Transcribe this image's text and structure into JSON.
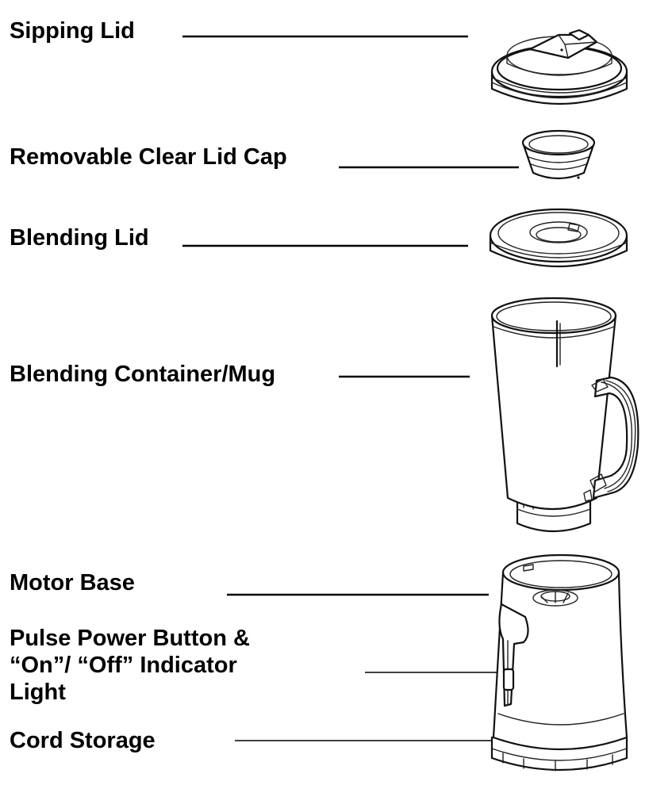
{
  "labels": {
    "sipping_lid": "Sipping Lid",
    "clear_lid_cap": "Removable Clear Lid Cap",
    "blending_lid": "Blending Lid",
    "container": "Blending Container/Mug",
    "motor_base": "Motor Base",
    "pulse_button_line1": "Pulse Power Button &",
    "pulse_button_line2": "“On”/ “Off” Indicator",
    "pulse_button_line3": "Light",
    "cord_storage": "Cord Storage"
  }
}
